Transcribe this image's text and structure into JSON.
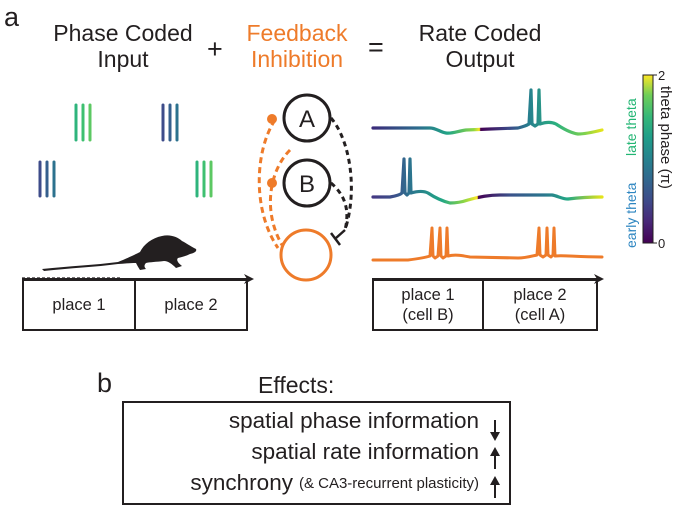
{
  "panel_a": {
    "label": "a",
    "input_title": [
      "Phase Coded",
      "Input"
    ],
    "plus": "+",
    "inhibition_title": [
      "Feedback",
      "Inhibition"
    ],
    "equals": "=",
    "output_title": [
      "Rate Coded",
      "Output"
    ],
    "input_track": {
      "places": [
        "place 1",
        "place 2"
      ]
    },
    "output_track": {
      "places": [
        "place 1\n(cell B)",
        "place 2\n(cell A)"
      ],
      "lines": [
        [
          "place 1",
          "(cell B)"
        ],
        [
          "place 2",
          "(cell A)"
        ]
      ]
    },
    "network": {
      "cells": [
        "A",
        "B"
      ],
      "inhibitory_cell": ""
    },
    "colorbar": {
      "label": "theta phase (π)",
      "tick_max": "2",
      "tick_min": "0",
      "early_label": "early theta",
      "late_label": "late theta",
      "early_color": "#2e86c1",
      "late_color": "#22b573",
      "colormap": "viridis"
    },
    "colors": {
      "inhibition": "#ee7b2a",
      "text": "#231f20"
    }
  },
  "panel_b": {
    "label": "b",
    "title": "Effects:",
    "rows": [
      {
        "text": "spatial phase information",
        "note": "",
        "direction": "down"
      },
      {
        "text": "spatial rate information",
        "note": "",
        "direction": "up"
      },
      {
        "text": "synchrony",
        "note": "(& CA3-recurrent plasticity)",
        "direction": "up"
      }
    ]
  }
}
